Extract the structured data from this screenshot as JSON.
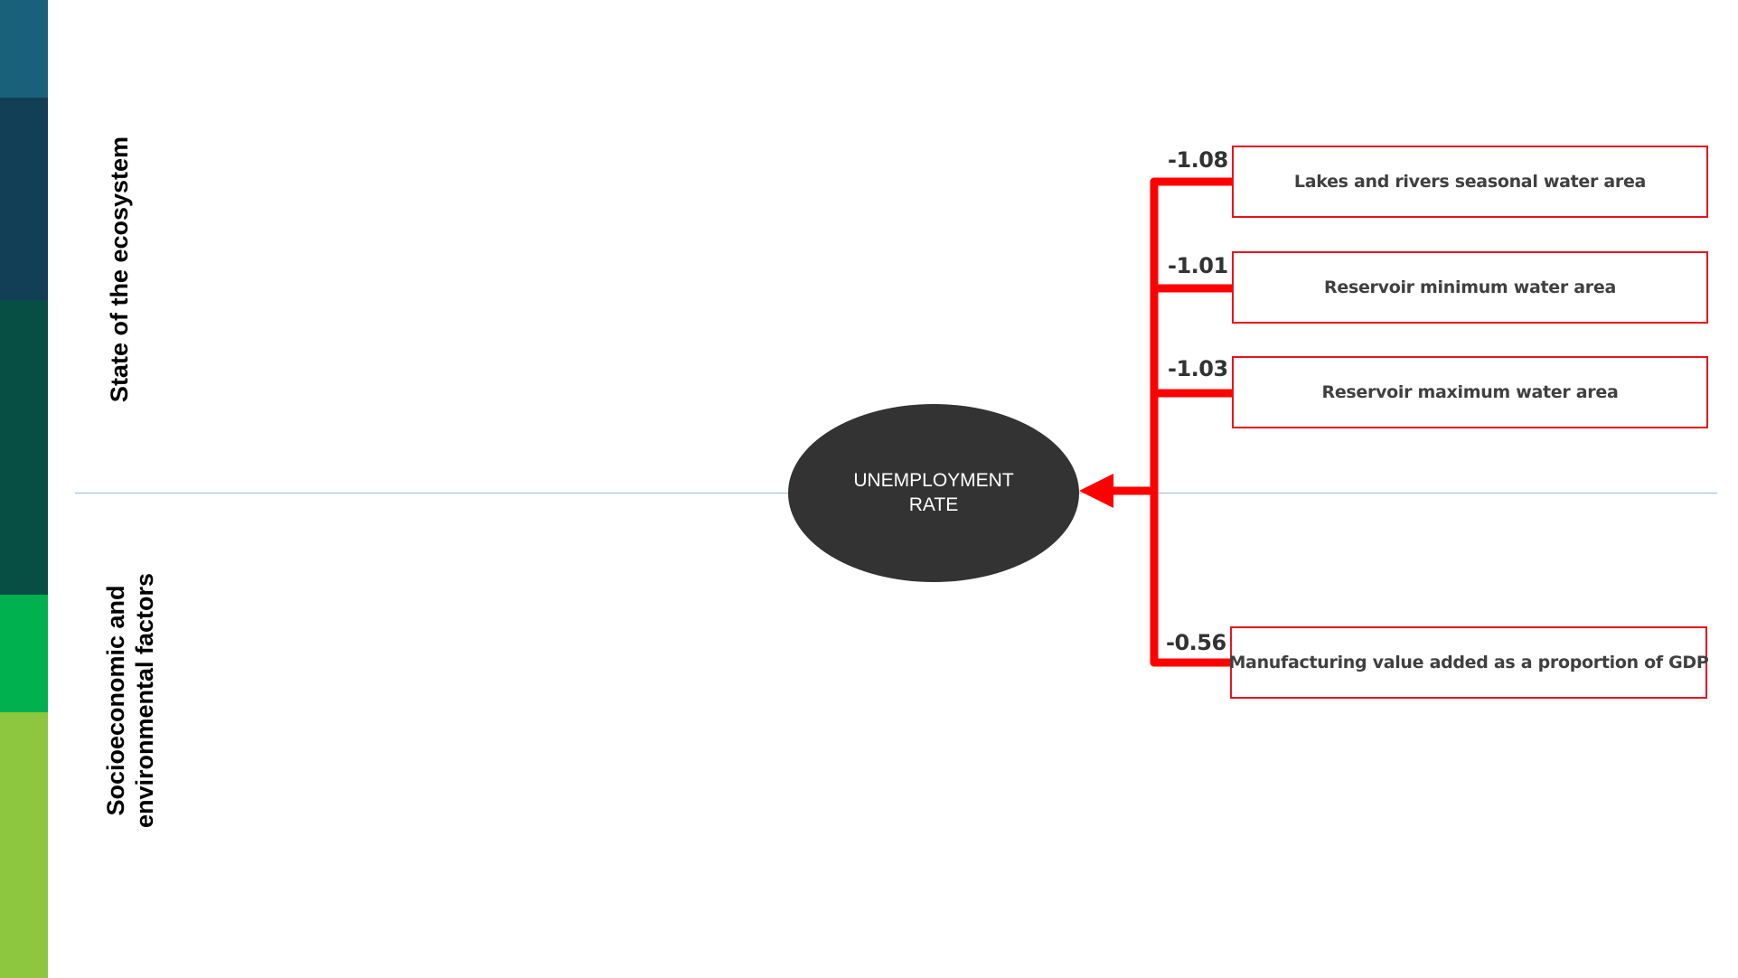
{
  "sidebar_colors": [
    "#19617a",
    "#123f56",
    "#074f45",
    "#00b14f",
    "#8dc63f"
  ],
  "sections": {
    "top": "State of the ecosystem",
    "bottom_line1": "Socioeconomic and",
    "bottom_line2": "environmental factors"
  },
  "target": {
    "line1": "UNEMPLOYMENT",
    "line2": "RATE"
  },
  "link_color": "#ff0000",
  "factors": [
    {
      "label": "Lakes and rivers seasonal water area",
      "coefficient": "-1.08"
    },
    {
      "label": "Reservoir minimum water area",
      "coefficient": "-1.01"
    },
    {
      "label": "Reservoir maximum water area",
      "coefficient": "-1.03"
    },
    {
      "label": "Manufacturing value added as a proportion of GDP",
      "coefficient": "-0.56"
    }
  ]
}
